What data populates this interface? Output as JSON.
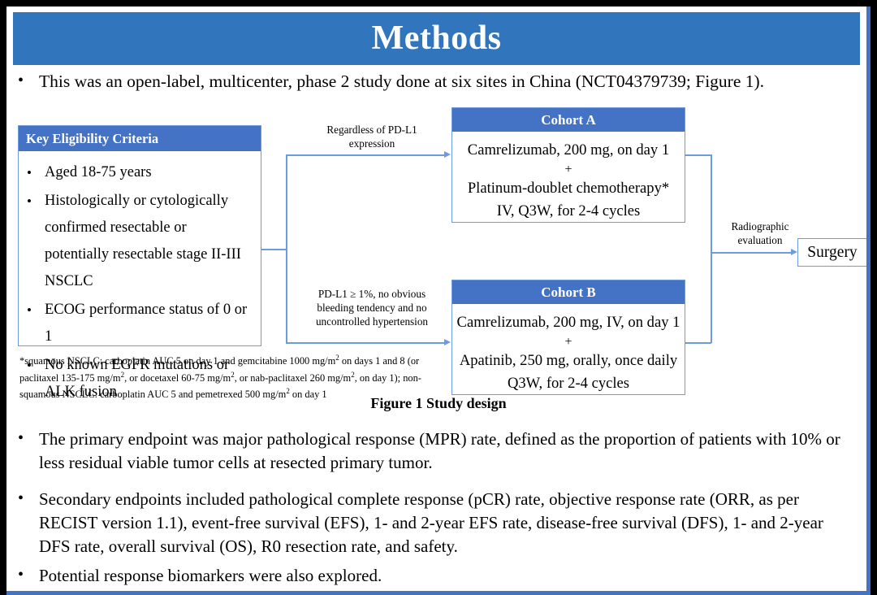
{
  "slide": {
    "title": "Methods",
    "accent_blue": "#3176BC",
    "box_blue": "#4472C4",
    "line_blue": "#6E9BE0",
    "frame_black": "#000000"
  },
  "lead_bullet": "This was an open-label, multicenter, phase 2 study done at six sites in China (NCT04379739; Figure 1).",
  "figure": {
    "caption": "Figure 1 Study design",
    "eligibility": {
      "header": "Key  Eligibility Criteria",
      "items": [
        "Aged 18-75 years",
        "Histologically or cytologically confirmed resectable or potentially resectable stage II-III  NSCLC",
        "ECOG performance status of 0 or 1",
        "No known EGFR mutations or ALK fusion"
      ]
    },
    "footnote": "*squamous NSCLC: carboplatin AUC 5 on day 1 and gemcitabine 1000 mg/m2 on days 1 and 8 (or paclitaxel 135-175 mg/m2, or docetaxel 60-75 mg/m2, or nab-paclitaxel 260 mg/m2, on day 1); non-squamous NSCLC: carboplatin AUC 5 and pemetrexed 500 mg/m2 on day 1",
    "branch_label_a": "Regardless  of PD-L1 expression",
    "branch_label_b": "PD-L1 ≥ 1%, no obvious bleeding tendency and no uncontrolled  hypertension",
    "cohort_a": {
      "header": "Cohort A",
      "line1": "Camrelizumab, 200 mg, on day 1",
      "plus": "+",
      "line2": "Platinum-doublet chemotherapy*",
      "line3": "IV, Q3W, for 2-4 cycles"
    },
    "cohort_b": {
      "header": "Cohort B",
      "line1": "Camrelizumab, 200 mg, IV, on day 1",
      "plus": "+",
      "line2": "Apatinib, 250 mg, orally, once daily",
      "line3": "Q3W, for 2-4 cycles"
    },
    "radiographic_label": "Radiographic evaluation",
    "surgery_label": "Surgery"
  },
  "bullets": [
    "The primary endpoint was major pathological response (MPR) rate, defined as the proportion of patients with 10% or less residual viable tumor cells at resected primary tumor.",
    "Secondary endpoints included pathological complete response (pCR) rate, objective response rate (ORR, as per RECIST version 1.1), event-free survival (EFS), 1- and 2-year EFS rate, disease-free survival (DFS), 1- and 2-year DFS rate, overall survival (OS), R0 resection rate, and safety.",
    "Potential response biomarkers were also explored."
  ],
  "bullet_marker": "•"
}
